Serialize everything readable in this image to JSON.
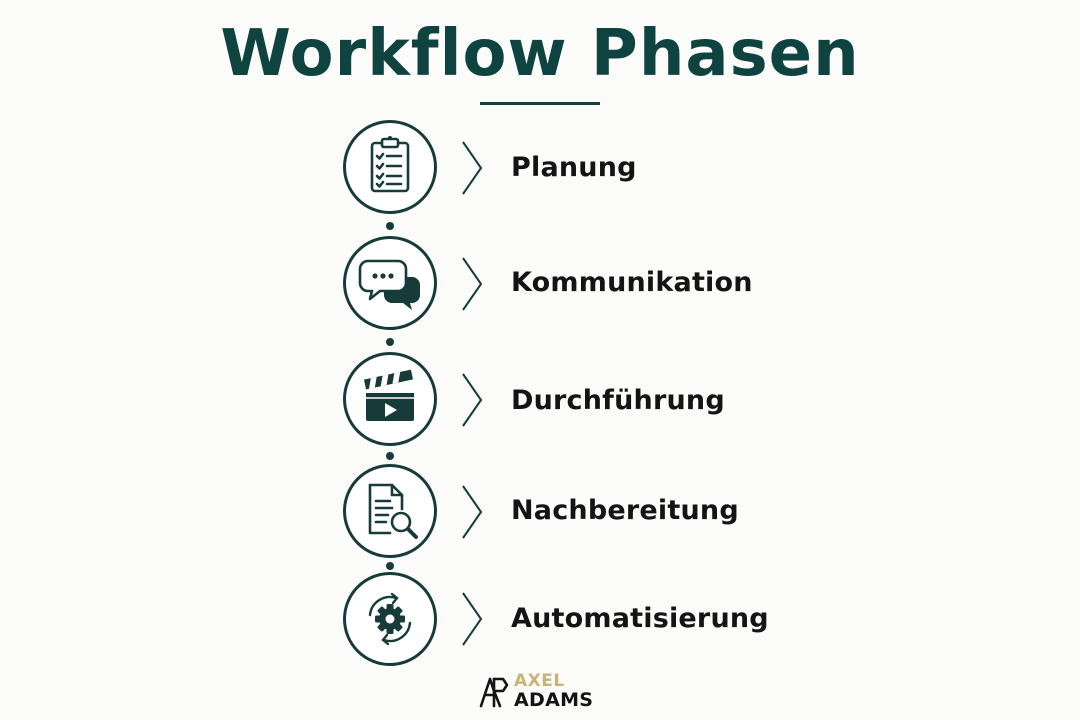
{
  "title": "Workflow Phasen",
  "steps": [
    {
      "label": "Planung",
      "icon": "clipboard-checklist-icon"
    },
    {
      "label": "Kommunikation",
      "icon": "chat-bubbles-icon"
    },
    {
      "label": "Durchführung",
      "icon": "clapperboard-icon"
    },
    {
      "label": "Nachbereitung",
      "icon": "document-search-icon"
    },
    {
      "label": "Automatisierung",
      "icon": "gear-cycle-icon"
    }
  ],
  "brand": {
    "line1": "AXEL",
    "line2": "ADAMS",
    "icon": "axel-adams-logo-icon"
  },
  "colors": {
    "title": "#0e4340",
    "icon_stroke": "#173b39",
    "label": "#141414",
    "brand_accent": "#c8b477"
  }
}
